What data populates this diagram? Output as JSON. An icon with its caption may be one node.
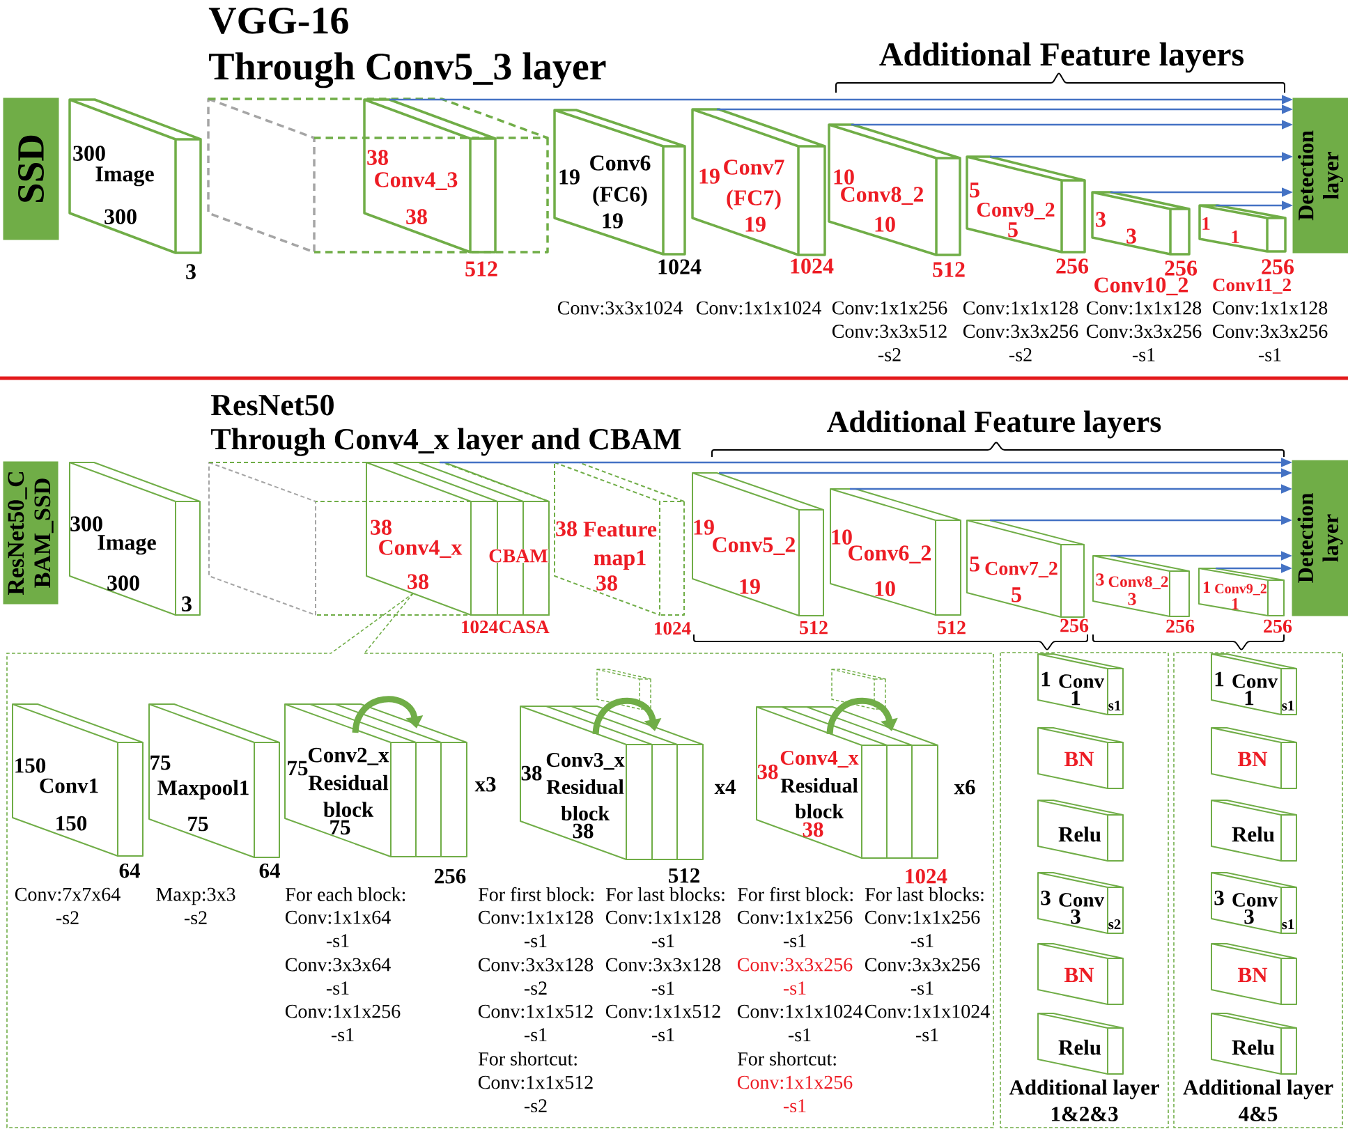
{
  "diagram": {
    "nodes": [
      {
        "text": [
          "SSD"
        ]
      },
      {
        "text": [
          "300",
          "Image",
          "300"
        ],
        "beside": [
          "3"
        ]
      },
      {
        "text": [],
        "shape": "box"
      },
      {
        "text": [
          "38",
          "Conv4_3",
          "38"
        ],
        "beside": [
          "512"
        ],
        "in": 2
      },
      {
        "text": [
          "19",
          "Conv6 (FC6)",
          "19"
        ],
        "beside": [
          "1024",
          "Conv:3x3x1024"
        ]
      },
      {
        "text": [
          "19",
          "Conv7 (FC7)",
          "19"
        ],
        "beside": [
          "1024",
          "Conv:1x1x1024"
        ]
      },
      {
        "text": [
          "10",
          "Conv8_2",
          "10"
        ],
        "beside": [
          "512",
          "Conv:1x1x256 Conv:3x3x512 -s2"
        ]
      },
      {
        "text": [
          "5",
          "Conv9_2",
          "5"
        ],
        "beside": [
          "256",
          "Conv:1x1x128 Conv:3x3x256 -s2"
        ]
      },
      {
        "text": [
          "3",
          "3"
        ],
        "beside": [
          "256",
          "Conv10_2",
          "Conv:1x1x128 Conv:3x3x256 -s1"
        ]
      },
      {
        "text": [
          "1",
          "1"
        ],
        "beside": [
          "256",
          "Conv11_2",
          "Conv:1x1x128 Conv:3x3x256 -s1"
        ]
      },
      {
        "text": [
          "Detection layer"
        ]
      },
      {
        "text": [
          "ResNet50_C BAM_SSD"
        ]
      },
      {
        "text": [
          "300",
          "Image",
          "300",
          "3"
        ]
      },
      {
        "text": [],
        "shape": "box"
      },
      {
        "text": [
          "38",
          "Conv4_x",
          "38",
          "CBAM"
        ],
        "beside": [
          "1024",
          "CA",
          "SA"
        ],
        "in": 13
      },
      {
        "text": [
          "38",
          "Feature map1",
          "38"
        ],
        "beside": [
          "1024"
        ]
      },
      {
        "text": [
          "19",
          "Conv5_2",
          "19"
        ],
        "beside": [
          "512"
        ]
      },
      {
        "text": [
          "10",
          "Conv6_2",
          "10"
        ],
        "beside": [
          "512"
        ]
      },
      {
        "text": [
          "5",
          "Conv7_2",
          "5"
        ],
        "beside": [
          "256"
        ]
      },
      {
        "text": [
          "3",
          "Conv8_2",
          "3"
        ],
        "beside": [
          "256"
        ]
      },
      {
        "text": [
          "1",
          "Conv9_2",
          "1"
        ],
        "beside": [
          "256"
        ]
      },
      {
        "text": [
          "Detection layer"
        ]
      },
      {
        "text": [],
        "shape": "box"
      },
      {
        "text": [
          "150",
          "Conv1",
          "150"
        ],
        "beside": [
          "64",
          "Conv:7x7x64 -s2"
        ],
        "in": 22
      },
      {
        "text": [
          "75",
          "Maxpool1",
          "75"
        ],
        "beside": [
          "64",
          "Maxp:3x3 -s2"
        ],
        "in": 22
      },
      {
        "text": [
          "75",
          "Conv2_x",
          "Residual block",
          "75"
        ],
        "beside": [
          "256",
          "x3",
          "For each block:",
          "Conv:1x1x64 -s1",
          "Conv:3x3x64 -s1",
          "Conv:1x1x256 -s1"
        ],
        "in": 22
      },
      {
        "text": [],
        "shape": "box",
        "in": 22
      },
      {
        "text": [
          "38",
          "Conv3_x",
          "Residual block",
          "38"
        ],
        "beside": [
          "512",
          "x4",
          "For first block:",
          "Conv:1x1x128 -s1",
          "Conv:3x3x128 -s2",
          "Conv:1x1x512 -s1",
          "For shortcut:",
          "Conv:1x1x512 -s2",
          "For last blocks:",
          "Conv:1x1x128 -s1",
          "Conv:3x3x128 -s1",
          "Conv:1x1x512 -s1"
        ],
        "in": 22
      },
      {
        "text": [],
        "shape": "box",
        "in": 22
      },
      {
        "text": [
          "38",
          "Conv4_x",
          "Residual block",
          "38"
        ],
        "beside": [
          "1024",
          "x6",
          "For first block:",
          "Conv:1x1x256 -s1",
          "Conv:3x3x256 -s1",
          "Conv:1x1x1024 -s1",
          "For shortcut:",
          "Conv:1x1x256 -s1",
          "For last blocks:",
          "Conv:1x1x256 -s1",
          "Conv:3x3x256 -s1",
          "Conv:1x1x1024 -s1"
        ],
        "in": 22
      },
      {
        "text": [
          "Additional layer 1&2&3"
        ]
      },
      {
        "text": [
          "1",
          "Conv",
          "1",
          "s1"
        ],
        "in": 30
      },
      {
        "text": [
          "BN"
        ],
        "in": 30
      },
      {
        "text": [
          "Relu"
        ],
        "in": 30
      },
      {
        "text": [
          "3",
          "Conv",
          "3",
          "s2"
        ],
        "in": 30
      },
      {
        "text": [
          "BN"
        ],
        "in": 30
      },
      {
        "text": [
          "Relu"
        ],
        "in": 30
      },
      {
        "text": [
          "Additional layer 4&5"
        ]
      },
      {
        "text": [
          "1",
          "Conv",
          "1",
          "s1"
        ],
        "in": 37
      },
      {
        "text": [
          "BN"
        ],
        "in": 37
      },
      {
        "text": [
          "Relu"
        ],
        "in": 37
      },
      {
        "text": [
          "3",
          "Conv",
          "3",
          "s1"
        ],
        "in": 37
      },
      {
        "text": [
          "BN"
        ],
        "in": 37
      },
      {
        "text": [
          "Relu"
        ],
        "in": 37
      }
    ],
    "edges": [
      {
        "from": 3,
        "to": 10,
        "arrow": "to"
      },
      {
        "from": 5,
        "to": 10,
        "arrow": "to"
      },
      {
        "from": 6,
        "to": 10,
        "arrow": "to"
      },
      {
        "from": 7,
        "to": 10,
        "arrow": "to"
      },
      {
        "from": 8,
        "to": 10,
        "arrow": "to"
      },
      {
        "from": 9,
        "to": 10,
        "arrow": "to"
      },
      {
        "from": 14,
        "to": 21,
        "arrow": "to"
      },
      {
        "from": 16,
        "to": 21,
        "arrow": "to"
      },
      {
        "from": 17,
        "to": 21,
        "arrow": "to"
      },
      {
        "from": 18,
        "to": 21,
        "arrow": "to"
      },
      {
        "from": 19,
        "to": 21,
        "arrow": "to"
      },
      {
        "from": 20,
        "to": 21,
        "arrow": "to"
      },
      {
        "from": 14,
        "to": 22,
        "arrow": "none",
        "style": "dashed",
        "color": "#70ad47"
      },
      {
        "from": 14,
        "to": 22,
        "arrow": "none",
        "style": "dashed",
        "color": "#70ad47"
      }
    ],
    "labels": [
      "VGG-16",
      "Through Conv5_3 layer",
      "Additional Feature layers",
      "ResNet50",
      "Through Conv4_x layer and CBAM",
      "Additional Feature layers"
    ]
  }
}
